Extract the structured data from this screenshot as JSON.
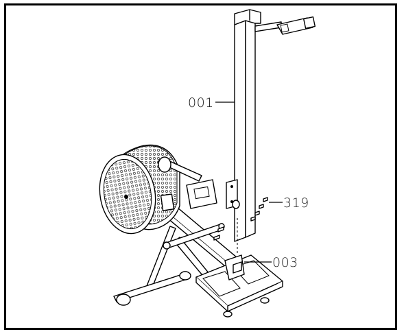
{
  "callouts": {
    "rail": "001",
    "screws": "319",
    "front_stabilizer": "003"
  },
  "colors": {
    "line": "#000000",
    "background": "#ffffff",
    "fan_mesh": "#777777"
  }
}
